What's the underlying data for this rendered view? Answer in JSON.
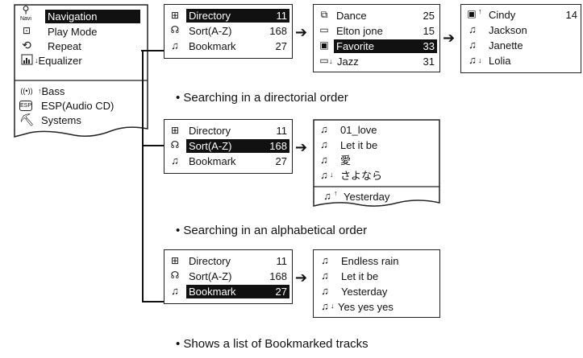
{
  "main_menu": {
    "items": [
      {
        "label": "Navigation",
        "icon": "navi-icon",
        "selected": true
      },
      {
        "label": "Play Mode",
        "icon": "playmode-icon"
      },
      {
        "label": "Repeat",
        "icon": "repeat-icon"
      },
      {
        "label": "Equalizer",
        "icon": "equalizer-icon"
      }
    ],
    "lower_items": [
      {
        "label": "Bass",
        "icon": "bass-icon"
      },
      {
        "label": "ESP(Audio CD)",
        "icon": "esp-icon"
      },
      {
        "label": "Systems",
        "icon": "systems-icon"
      }
    ],
    "navi_text": "Navi",
    "esp_text": "ESP"
  },
  "nav_menu": {
    "items": [
      {
        "label": "Directory",
        "count": "11"
      },
      {
        "label": "Sort(A-Z)",
        "count": "168"
      },
      {
        "label": "Bookmark",
        "count": "27"
      }
    ]
  },
  "directory_list": {
    "items": [
      {
        "label": "Dance",
        "count": "25"
      },
      {
        "label": "Elton jone",
        "count": "15"
      },
      {
        "label": "Favorite",
        "count": "33"
      },
      {
        "label": "Jazz",
        "count": "31"
      }
    ]
  },
  "favorite_list": {
    "count": "14",
    "items": [
      "Cindy",
      "Jackson",
      "Janette",
      "Lolia"
    ]
  },
  "sort_list": {
    "items": [
      "01_love",
      "Let it be",
      "愛",
      "さよなら"
    ],
    "footer": "Yesterday"
  },
  "bookmark_list": {
    "items": [
      "Endless rain",
      "Let it be",
      "Yesterday",
      "Yes yes yes"
    ]
  },
  "captions": {
    "directory": "Searching in a directorial order",
    "sort": "Searching in an alphabetical order",
    "bookmark": "Shows a list of Bookmarked tracks"
  }
}
